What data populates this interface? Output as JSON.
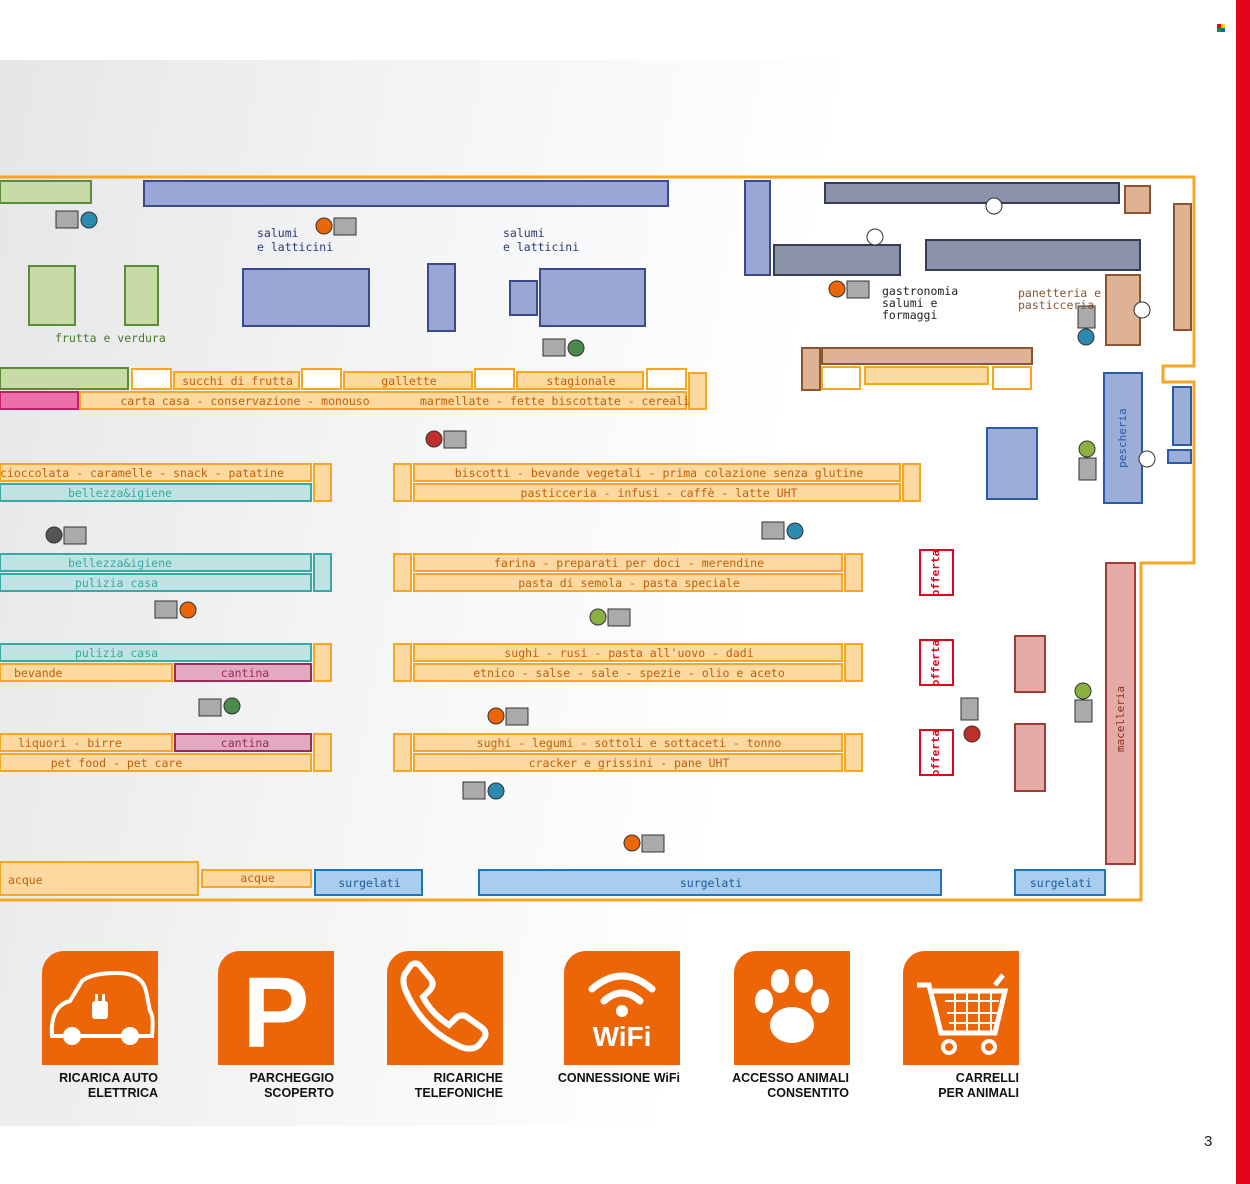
{
  "page_number": "3",
  "sections": {
    "salumi_left": [
      "salumi",
      "e latticini"
    ],
    "salumi_right": [
      "salumi",
      "e latticini"
    ],
    "frutta": "frutta e verdura",
    "gastronomia": [
      "gastronomia",
      "salumi e",
      "formaggi"
    ],
    "panetteria": [
      "panetteria e",
      "pasticceria"
    ],
    "pescheria": "pescheria",
    "macelleria": "macelleria",
    "offerta": "offerta"
  },
  "aisles": {
    "succhi": "succhi di frutta",
    "gallette": "gallette",
    "stagionale": "stagionale",
    "carta_casa": "carta casa - conservazione - monouso",
    "marmellate": "marmellate - fette biscottate - cereali",
    "cioccolata": "cioccolata - caramelle - snack - patatine",
    "bellezza1": "bellezza&igiene",
    "biscotti": "biscotti - bevande vegetali - prima colazione senza glutine",
    "pasticceria": "pasticceria - infusi - caffè - latte UHT",
    "bellezza2": "bellezza&igiene",
    "pulizia1": "pulizia casa",
    "farina": "farina - preparati per doci - merendine",
    "pasta": "pasta di semola - pasta speciale",
    "pulizia2": "pulizia casa",
    "bevande": "bevande",
    "cantina1": "cantina",
    "sughi1": "sughi - rusi - pasta all'uovo - dadi",
    "etnico": "etnico - salse - sale - spezie - olio e aceto",
    "liquori": "liquori - birre",
    "cantina2": "cantina",
    "petfood": "pet food - pet care",
    "sughi2": "sughi - legumi - sottoli e sottaceti - tonno",
    "cracker": "cracker e grissini - pane UHT",
    "acque1": "acque",
    "acque2": "acque",
    "surgelati1": "surgelati",
    "surgelati2": "surgelati",
    "surgelati3": "surgelati"
  },
  "services": [
    {
      "icon": "electric-car-charging-icon",
      "line1": "RICARICA AUTO",
      "line2": "ELETTRICA"
    },
    {
      "icon": "parking-icon",
      "line1": "PARCHEGGIO",
      "line2": "SCOPERTO"
    },
    {
      "icon": "phone-icon",
      "line1": "RICARICHE",
      "line2": "TELEFONICHE"
    },
    {
      "icon": "wifi-icon",
      "line1": "CONNESSIONE WiFi",
      "line2": ""
    },
    {
      "icon": "paw-icon",
      "line1": "ACCESSO ANIMALI",
      "line2": "CONSENTITO"
    },
    {
      "icon": "pet-cart-icon",
      "line1": "CARRELLI",
      "line2": "PER ANIMALI"
    }
  ],
  "wifi_text": "WiFi",
  "colors": {
    "accent_orange": "#ec6608",
    "brand_red": "#e3051b",
    "grocery_shelf": "#fcd9a0",
    "deli_blue": "#9aa6d6",
    "produce_green": "#c6dba6",
    "personal_care": "#bfe3e2",
    "frozen": "#a9cdee",
    "butcher": "#e4aaa5",
    "bakery": "#deb394"
  }
}
